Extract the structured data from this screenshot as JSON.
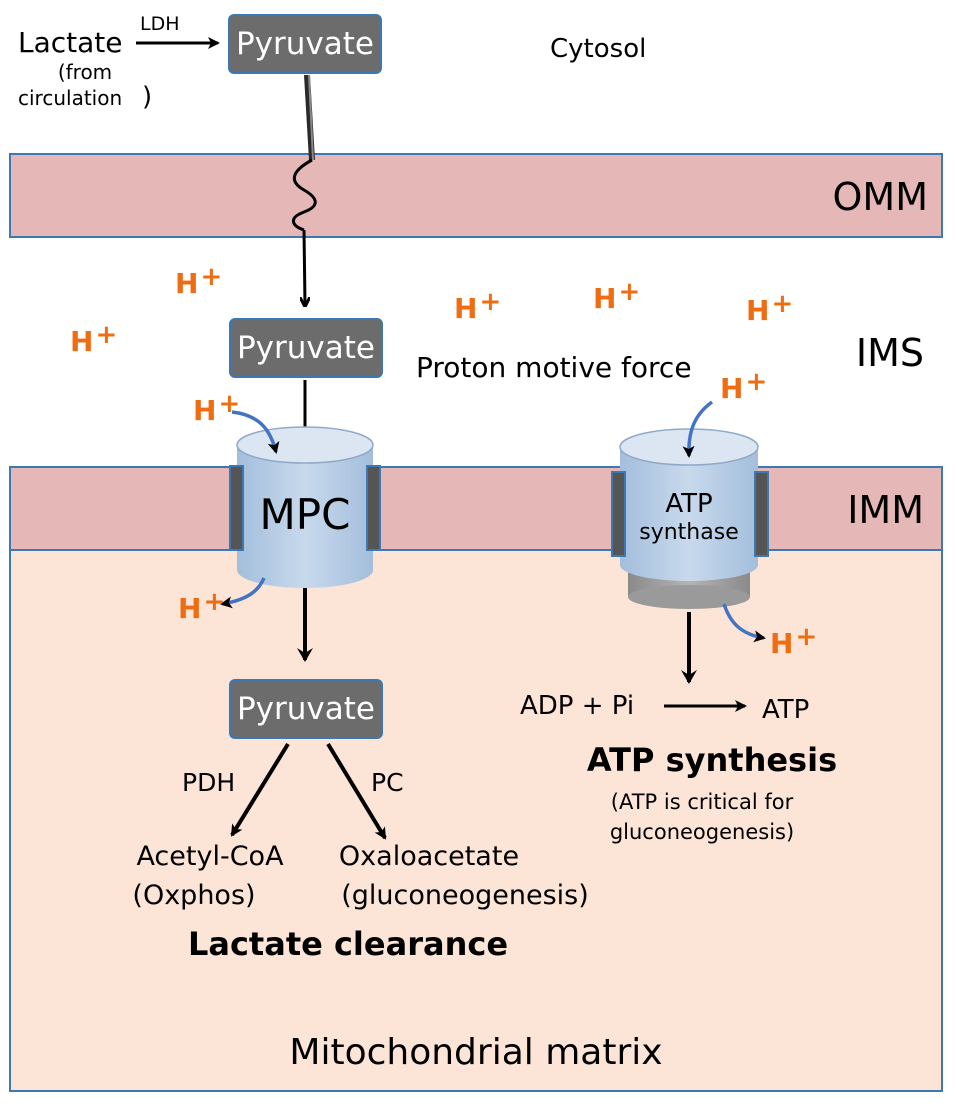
{
  "colors": {
    "membrane": "#e5b8b7",
    "membrane_border": "#3c78b4",
    "matrix": "#fce4d6",
    "proton": "#ee6d13",
    "pyruvate_box": "#6c6c6c",
    "transporter_top": "#dce6f2",
    "transporter_body": "#b9cde5",
    "curved_arrow": "#4472c4"
  },
  "compartments": {
    "cytosol": "Cytosol",
    "omm": "OMM",
    "ims": "IMS",
    "imm": "IMM",
    "matrix": "Mitochondrial matrix"
  },
  "lactate": {
    "name": "Lactate",
    "source_line1": "(from",
    "source_line2": "circulation",
    "source_paren": ")",
    "enzyme": "LDH"
  },
  "pyruvate_label": "Pyruvate",
  "proton": {
    "symbol": "H",
    "charge": "+"
  },
  "proton_motive_force": "Proton motive force",
  "mpc": {
    "label": "MPC"
  },
  "atp_synthase": {
    "line1": "ATP",
    "line2": "synthase"
  },
  "pathways": {
    "pdh_enzyme": "PDH",
    "pc_enzyme": "PC",
    "acetyl_coa": "Acetyl-CoA",
    "oxphos": "(Oxphos)",
    "oxaloacetate": "Oxaloacetate",
    "gluconeogenesis": "(gluconeogenesis)",
    "lactate_clearance": "Lactate clearance"
  },
  "atp_reaction": {
    "substrates": "ADP + Pi",
    "product": "ATP",
    "title": "ATP synthesis",
    "note_line1": "(ATP is critical for",
    "note_line2": "gluconeogenesis)"
  }
}
